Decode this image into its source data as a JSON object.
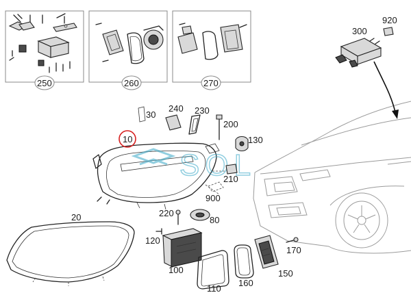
{
  "diagram": {
    "callouts": {
      "c10": "10",
      "c20": "20",
      "c30": "30",
      "c80": "80",
      "c100": "100",
      "c110": "110",
      "c120": "120",
      "c130": "130",
      "c150": "150",
      "c160": "160",
      "c170": "170",
      "c200": "200",
      "c210": "210",
      "c220": "220",
      "c230": "230",
      "c240": "240",
      "c250": "250",
      "c260": "260",
      "c270": "270",
      "c300": "300",
      "c900": "900",
      "c920": "920"
    },
    "watermark": "SOL",
    "colors": {
      "highlight_circle": "#d62020",
      "watermark": "#3aa8c8",
      "car_outline": "#9a9a9a"
    }
  }
}
